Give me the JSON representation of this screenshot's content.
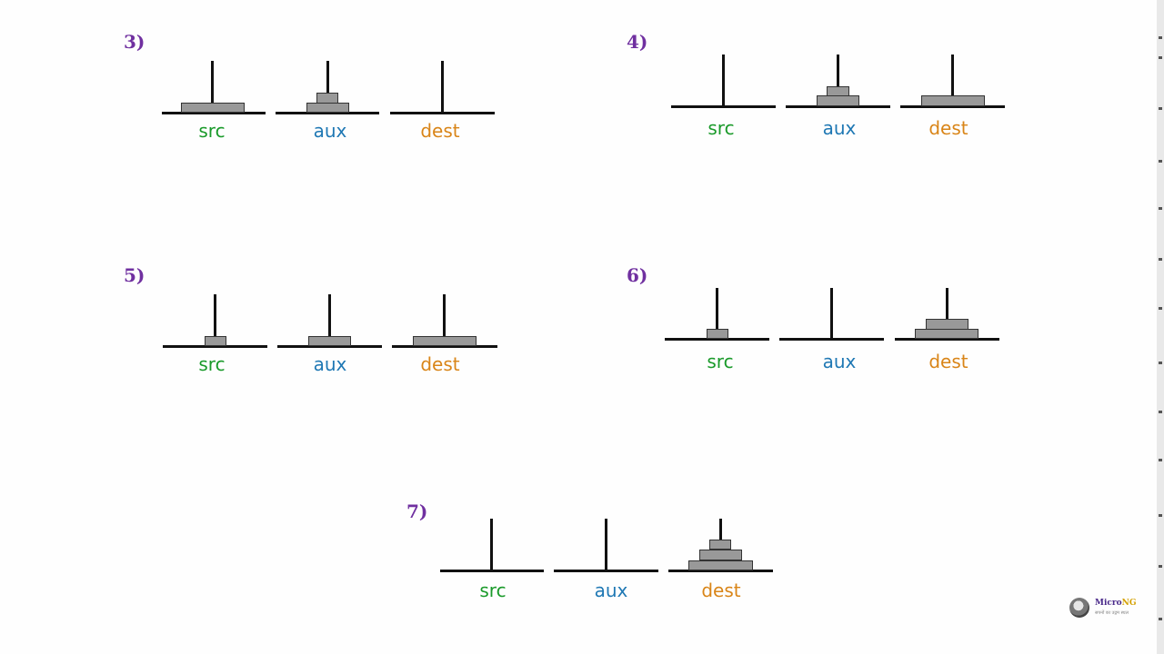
{
  "steps": [
    {
      "label": "3)",
      "pegs": {
        "src": "src",
        "aux": "aux",
        "dest": "dest"
      }
    },
    {
      "label": "4)",
      "pegs": {
        "src": "src",
        "aux": "aux",
        "dest": "dest"
      }
    },
    {
      "label": "5)",
      "pegs": {
        "src": "src",
        "aux": "aux",
        "dest": "dest"
      }
    },
    {
      "label": "6)",
      "pegs": {
        "src": "src",
        "aux": "aux",
        "dest": "dest"
      }
    },
    {
      "label": "7)",
      "pegs": {
        "src": "src",
        "aux": "aux",
        "dest": "dest"
      }
    }
  ],
  "colors": {
    "src": "#1a9a2a",
    "aux": "#1f78b4",
    "dest": "#d98518",
    "step": "#7030a0",
    "disk": "#999999"
  },
  "logo": {
    "brand_a": "Micro",
    "brand_b": "NG",
    "tagline": "सपनों का उद्गम स्थल",
    "icon": "avatar-logo"
  }
}
